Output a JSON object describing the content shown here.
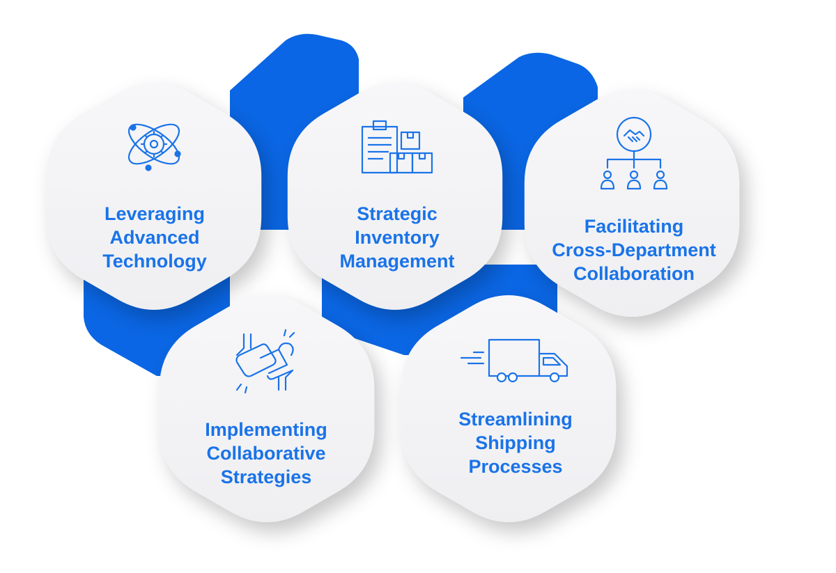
{
  "colors": {
    "accent": "#1a73e8",
    "back_hex": "#0a66e4",
    "card_fill": "#f4f4f6",
    "text": "#1a73e8"
  },
  "cards": [
    {
      "id": "technology",
      "label": "Leveraging\nAdvanced\nTechnology",
      "icon": "atom-gear-icon"
    },
    {
      "id": "inventory",
      "label": "Strategic\nInventory\nManagement",
      "icon": "clipboard-boxes-icon"
    },
    {
      "id": "collaboration",
      "label": "Facilitating\nCross-Department\nCollaboration",
      "icon": "handshake-org-chart-icon"
    },
    {
      "id": "strategies",
      "label": "Implementing\nCollaborative\nStrategies",
      "icon": "puzzle-hands-icon"
    },
    {
      "id": "shipping",
      "label": "Streamlining\nShipping\nProcesses",
      "icon": "delivery-truck-icon"
    }
  ]
}
